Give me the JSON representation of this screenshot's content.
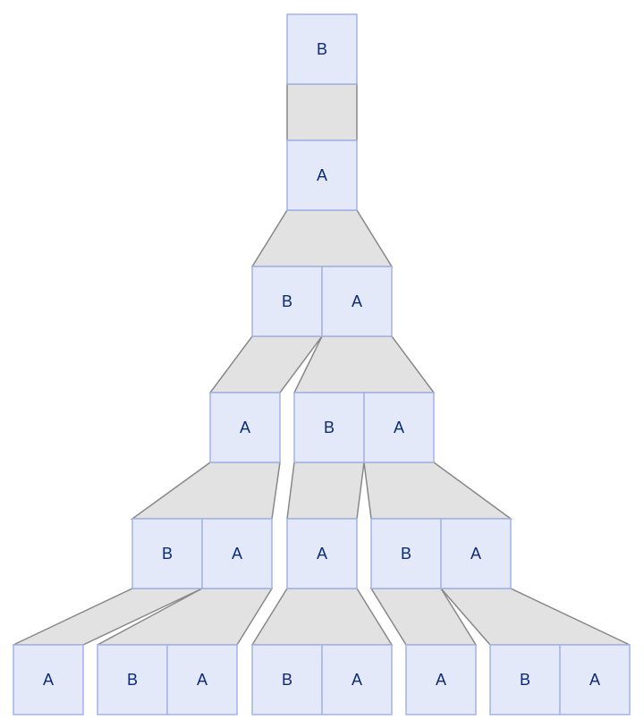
{
  "diagram": {
    "type": "string-rewriting-tree",
    "generations": [
      {
        "groups": [
          {
            "symbols": [
              "B"
            ],
            "from": null
          }
        ]
      },
      {
        "groups": [
          {
            "symbols": [
              "A"
            ],
            "from": [
              0,
              0
            ]
          }
        ]
      },
      {
        "groups": [
          {
            "symbols": [
              "B",
              "A"
            ],
            "from": [
              0,
              0
            ]
          }
        ]
      },
      {
        "groups": [
          {
            "symbols": [
              "A"
            ],
            "from": [
              0,
              0
            ]
          },
          {
            "symbols": [
              "B",
              "A"
            ],
            "from": [
              0,
              1
            ]
          }
        ]
      },
      {
        "groups": [
          {
            "symbols": [
              "B",
              "A"
            ],
            "from": [
              0,
              0
            ]
          },
          {
            "symbols": [
              "A"
            ],
            "from": [
              1,
              0
            ]
          },
          {
            "symbols": [
              "B",
              "A"
            ],
            "from": [
              1,
              1
            ]
          }
        ]
      },
      {
        "groups": [
          {
            "symbols": [
              "A"
            ],
            "from": [
              0,
              0
            ]
          },
          {
            "symbols": [
              "B",
              "A"
            ],
            "from": [
              0,
              1
            ]
          },
          {
            "symbols": [
              "B",
              "A"
            ],
            "from": [
              1,
              0
            ]
          },
          {
            "symbols": [
              "A"
            ],
            "from": [
              2,
              0
            ]
          },
          {
            "symbols": [
              "B",
              "A"
            ],
            "from": [
              2,
              1
            ]
          }
        ]
      }
    ],
    "colors": {
      "box_fill": "#e3e9f8",
      "box_border": "#a3b3e8",
      "text": "#0b2a7a",
      "connector_fill": "#e2e2e2",
      "connector_stroke": "#888888"
    }
  }
}
